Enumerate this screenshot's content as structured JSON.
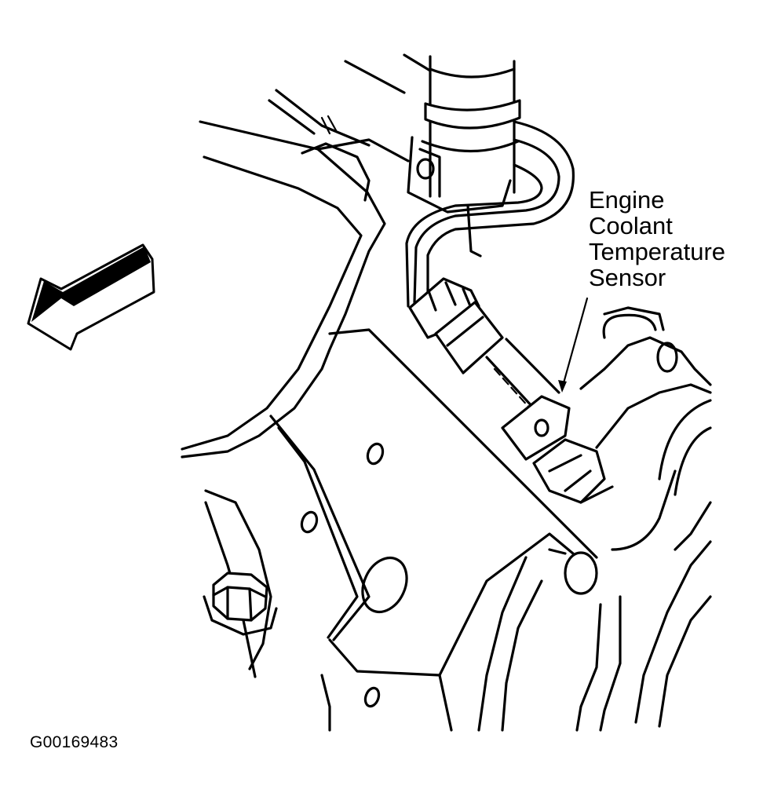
{
  "callout": {
    "lines": [
      "Engine",
      "Coolant",
      "Temperature",
      "Sensor"
    ]
  },
  "figure_id": "G00169483",
  "icons": {
    "direction_arrow": "forward-direction-arrow-icon"
  },
  "colors": {
    "line": "#000000",
    "background": "#ffffff"
  }
}
